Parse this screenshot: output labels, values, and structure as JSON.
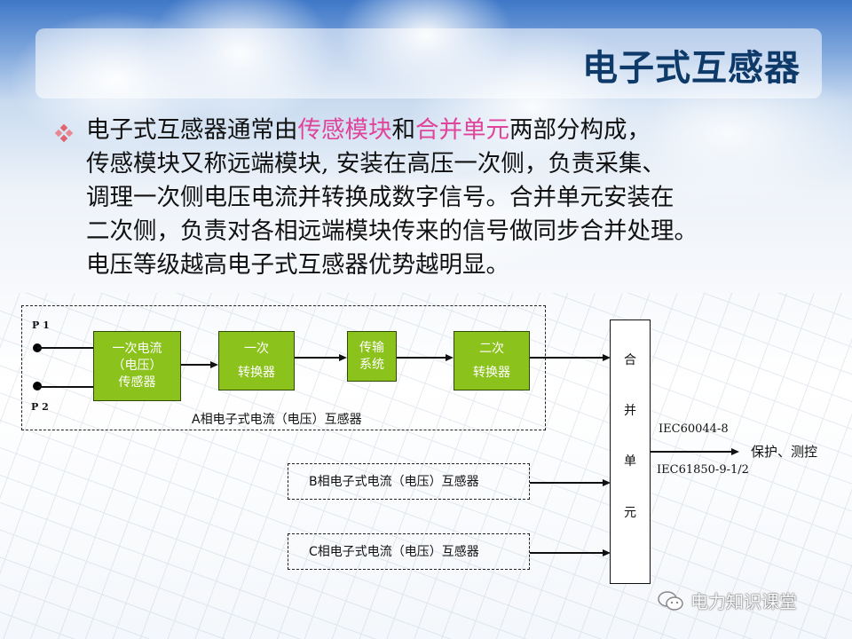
{
  "slide": {
    "title": "电子式互感器",
    "bullet_icon": "diamond-bullet-icon",
    "paragraph": {
      "line1_part1": "电子式互感器通常由",
      "line1_hl1": "传感模块",
      "line1_part2": "和",
      "line1_hl2": "合并单元",
      "line1_part3": "两部分构成，",
      "line2": "传感模块又称远端模块, 安装在高压一次侧，负责采集、",
      "line3": "调理一次侧电压电流并转换成数字信号。合并单元安装在",
      "line4": "二次侧，负责对各相远端模块传来的信号做同步合并处理。",
      "line5": "电压等级越高电子式互感器优势越明显。"
    },
    "colors": {
      "title": "#0e3a6a",
      "highlight": "#e0449a",
      "block_green": "#8cc21c",
      "bullet": "#e06470"
    }
  },
  "diagram": {
    "terminals": {
      "p1": "P 1",
      "p2": "P 2"
    },
    "phase_a": {
      "label": "A相电子式电流（电压）互感器",
      "blocks": [
        {
          "lines": [
            "一次电流",
            "（电压）",
            "传感器"
          ]
        },
        {
          "lines": [
            "一次",
            "转换器"
          ]
        },
        {
          "lines": [
            "传输",
            "系统"
          ]
        },
        {
          "lines": [
            "二次",
            "转换器"
          ]
        }
      ]
    },
    "phase_b": {
      "label": "B相电子式电流（电压）互感器"
    },
    "phase_c": {
      "label": "C相电子式电流（电压）互感器"
    },
    "merging_unit": {
      "chars": [
        "合",
        "并",
        "单",
        "元"
      ]
    },
    "output": {
      "std1": "IEC60044-8",
      "std2": "IEC61850-9-1/2",
      "target": "保护、测控"
    }
  },
  "watermark": {
    "icon": "wechat-icon",
    "text": "电力知识课堂"
  }
}
